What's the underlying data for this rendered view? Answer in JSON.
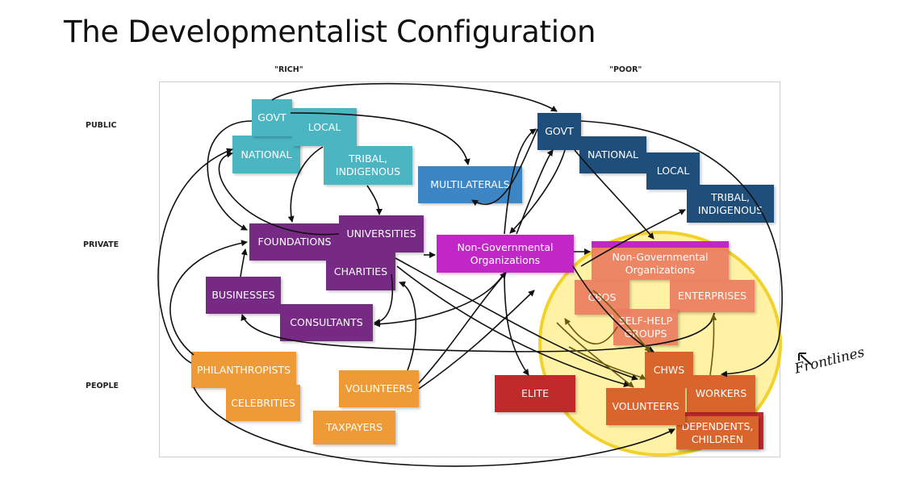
{
  "title": "The Developmentalist Configuration",
  "columns": {
    "rich": "\"RICH\"",
    "poor": "\"POOR\""
  },
  "rows": {
    "public": "PUBLIC",
    "private": "PRIVATE",
    "people": "PEOPLE"
  },
  "annotation": "Frontlines",
  "nodes": {
    "rich_govt": "GOVT",
    "rich_local": "LOCAL",
    "rich_national": "NATIONAL",
    "rich_tribal": "TRIBAL,\nINDIGENOUS",
    "multilaterals": "MULTILATERALS",
    "poor_govt": "GOVT",
    "poor_national": "NATIONAL",
    "poor_local": "LOCAL",
    "poor_tribal": "TRIBAL,\nINDIGENOUS",
    "foundations": "FOUNDATIONS",
    "universities": "UNIVERSITIES",
    "charities": "CHARITIES",
    "businesses": "BUSINESSES",
    "consultants": "CONSULTANTS",
    "ngo_rich": "Non-Governmental\nOrganizations",
    "ngo_poor": "Non-Governmental\nOrganizations",
    "cbos": "CBOS",
    "enterprises": "ENTERPRISES",
    "self_help": "SELF-HELP\nGROUPS",
    "philanthropists": "PHILANTHROPISTS",
    "celebrities": "CELEBRITIES",
    "taxpayers": "TAXPAYERS",
    "volunteers_rich": "VOLUNTEERS",
    "elite": "ELITE",
    "chws": "CHWS",
    "volunteers_poor": "VOLUNTEERS",
    "workers": "WORKERS",
    "dependents": "DEPENDENTS,\nCHILDREN"
  },
  "colors": {
    "teal": "#4bb6c2",
    "navy": "#1f4e7a",
    "blue": "#3d86c6",
    "purple": "#762a84",
    "magenta": "#c127c7",
    "salmon": "#ec7d60",
    "orange": "#ee9a36",
    "dark_orange": "#d9652c",
    "red": "#c12a2a",
    "halo": "#f2d22a"
  }
}
